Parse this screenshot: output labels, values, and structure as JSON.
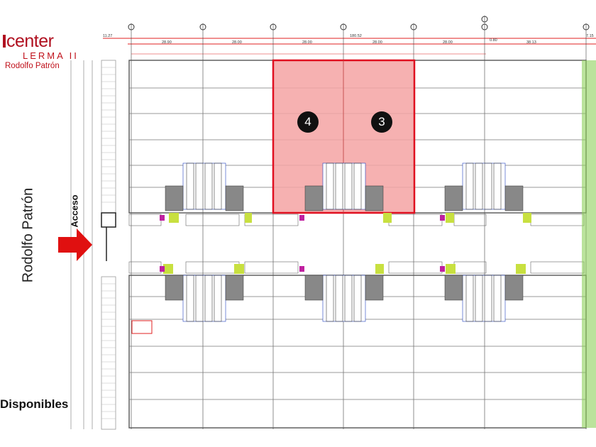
{
  "brand": {
    "logo_text": "center",
    "subtitle": "LERMA II",
    "owner": "Rodolfo Patrón"
  },
  "labels": {
    "side_label": "Rodolfo Patrón",
    "access": "Acceso",
    "available": "Disponibles"
  },
  "dimensions": {
    "left_offset": "11.27",
    "total": "180.52",
    "right_offset": "7.15",
    "spans": [
      "28.90",
      "28.00",
      "28.00",
      "28.00",
      "28.00",
      "38.13"
    ],
    "gap": "0.80"
  },
  "bays": [
    {
      "number": "4",
      "status": "highlighted"
    },
    {
      "number": "3",
      "status": "highlighted"
    }
  ],
  "colors": {
    "highlight_fill": "#f4a3a3",
    "highlight_border": "#e01020",
    "arrow": "#e01010",
    "grid": "#707070",
    "dim_line": "#e02020",
    "green_edge": "#8ed05a"
  }
}
